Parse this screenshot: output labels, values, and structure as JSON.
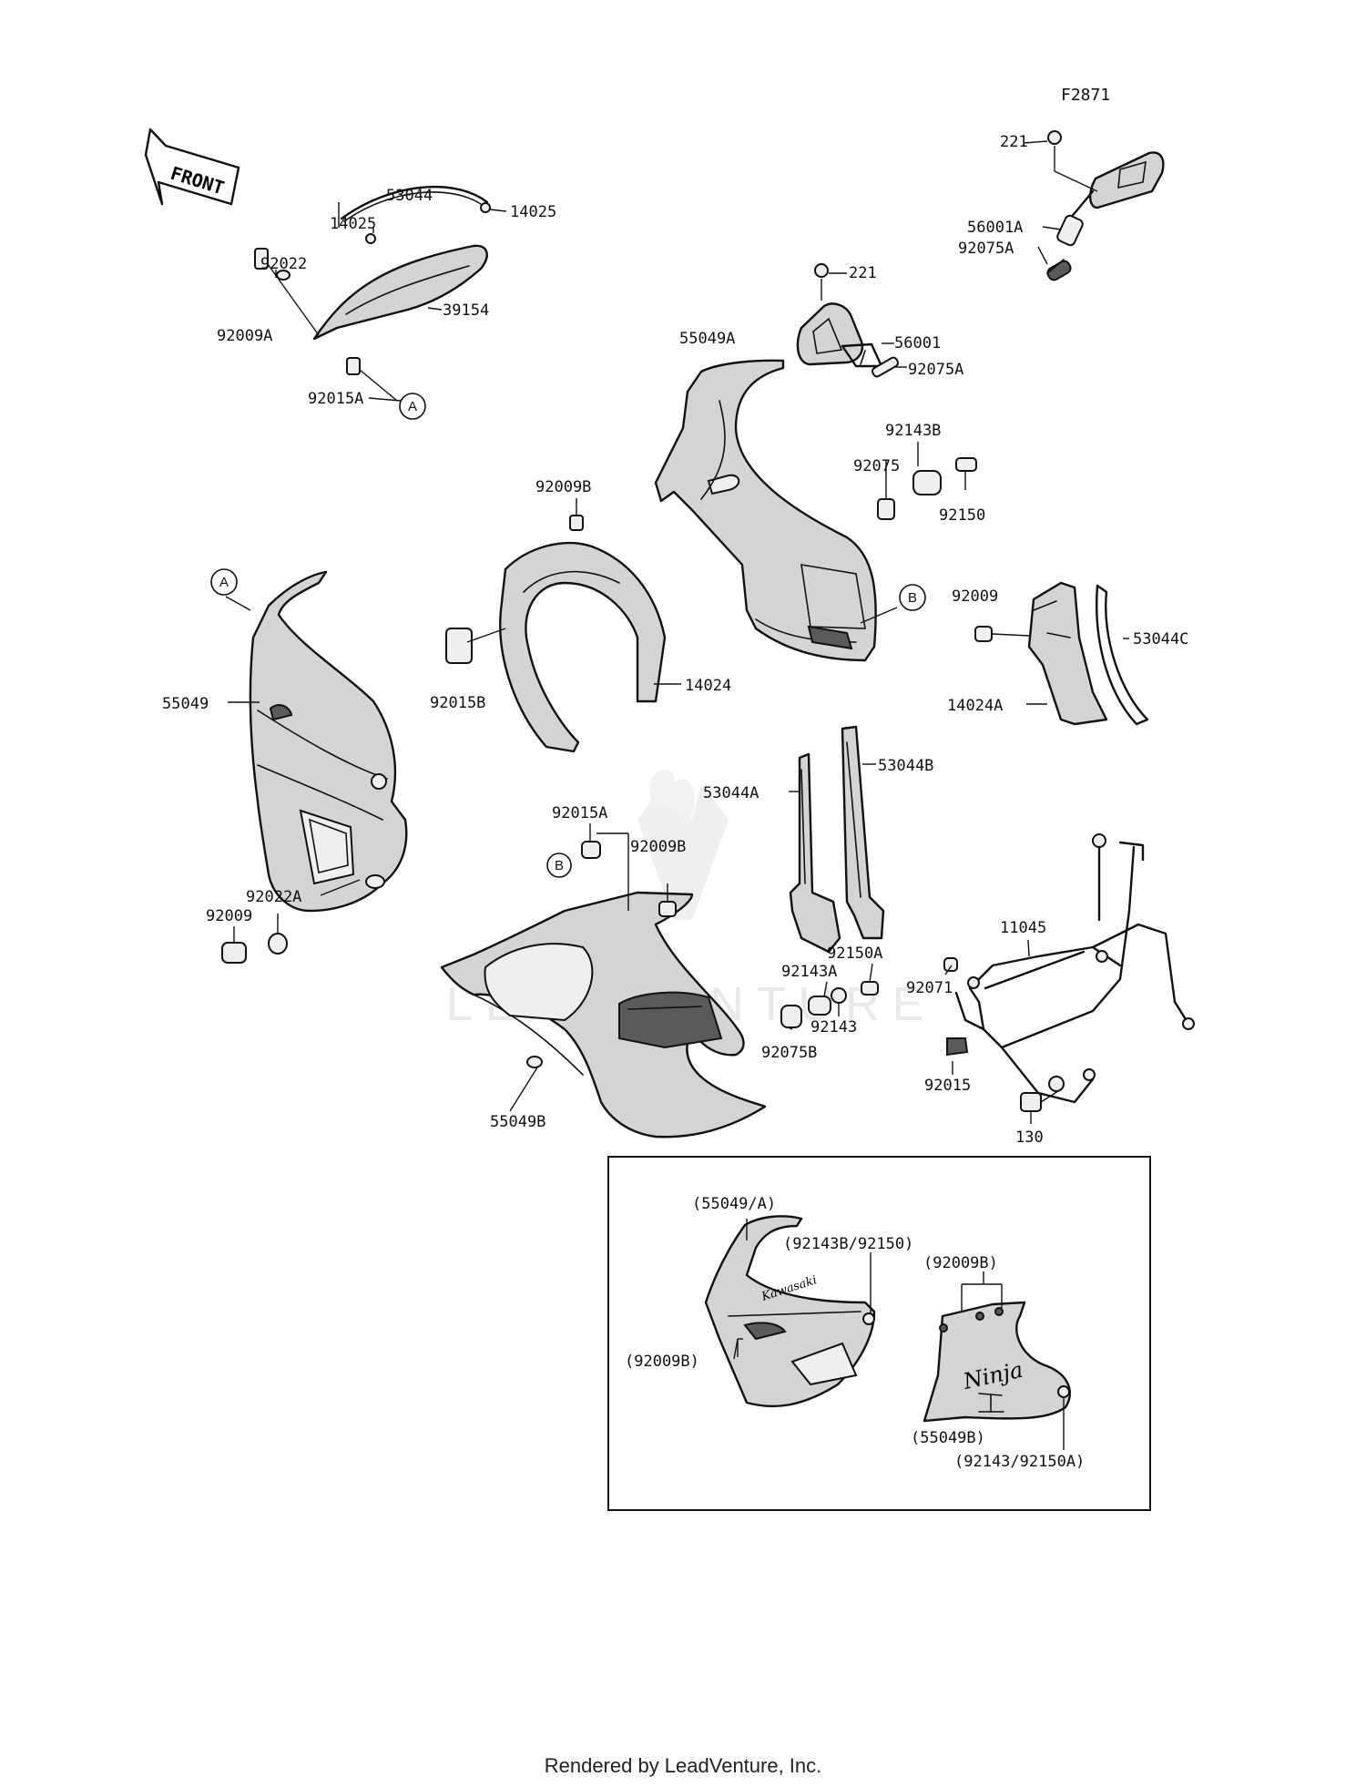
{
  "figure_code": "F2871",
  "front_arrow_label": "FRONT",
  "watermark": "LEADVENTURE",
  "footer": "Rendered by LeadVenture, Inc.",
  "parts": {
    "p221_top": "221",
    "p56001a": "56001A",
    "p92075a_top": "92075A",
    "p221_mid": "221",
    "p56001": "56001",
    "p92075a_mid": "92075A",
    "p53044": "53044",
    "p14025_a": "14025",
    "p14025_b": "14025",
    "p92022": "92022",
    "p92009a": "92009A",
    "p39154": "39154",
    "p92015a_top": "92015A",
    "p55049a": "55049A",
    "p92143b": "92143B",
    "p92075": "92075",
    "p92150": "92150",
    "p92009b_top": "92009B",
    "p55049": "55049",
    "p92015b": "92015B",
    "p14024": "14024",
    "p92009_right": "92009",
    "p53044c": "53044C",
    "p14024a": "14024A",
    "p53044b": "53044B",
    "p53044a": "53044A",
    "p92015a_mid": "92015A",
    "p92009b_mid": "92009B",
    "p92022a": "92022A",
    "p92009_left": "92009",
    "p92150a": "92150A",
    "p92143a": "92143A",
    "p92143": "92143",
    "p92075b": "92075B",
    "p11045": "11045",
    "p92071": "92071",
    "p92015": "92015",
    "p130": "130",
    "p55049b": "55049B"
  },
  "callouts": {
    "a_top": "A",
    "a_left": "A",
    "b_mid": "B",
    "b_low": "B"
  },
  "inset": {
    "l1": "(55049/A)",
    "l2": "(92143B/92150)",
    "l3": "(92009B)",
    "l4": "(92009B)",
    "l5": "(55049B)",
    "l6": "(92143/92150A)",
    "brand_text": "Kawasaki",
    "model_text": "Ninja"
  }
}
